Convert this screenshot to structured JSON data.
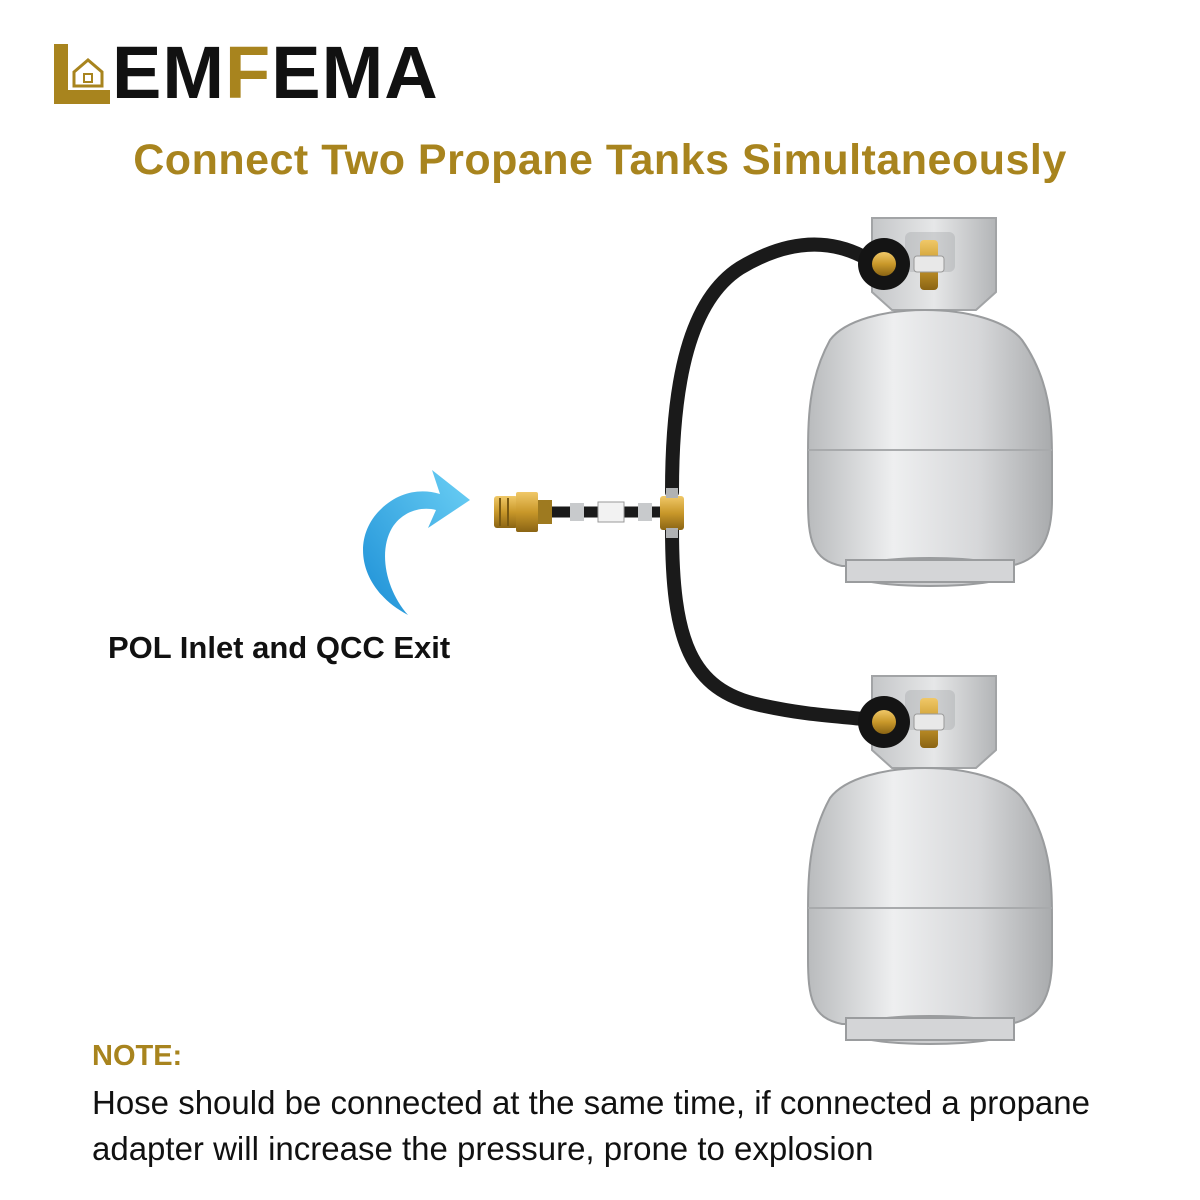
{
  "logo": {
    "brand": "LEMFEMA",
    "letters": [
      "E",
      "M",
      "F",
      "E",
      "M",
      "A"
    ],
    "colors": {
      "gold": "#a8841e",
      "dark": "#111111"
    }
  },
  "headline": "Connect Two Propane Tanks Simultaneously",
  "inlet_label": "POL Inlet and QCC Exit",
  "note": {
    "title": "NOTE:",
    "line1": "Hose should be connected at the same time, if connected a propane",
    "line2": "adapter will increase the pressure, prone to explosion"
  },
  "illustration": {
    "arrow_color": "#3aaee8",
    "hose_color": "#1a1a1a",
    "tank_color": "#d9dadb",
    "brass_color": "#c9982a",
    "icons": [
      "curved-arrow-icon",
      "propane-tank-icon",
      "brass-fitting-icon"
    ]
  }
}
